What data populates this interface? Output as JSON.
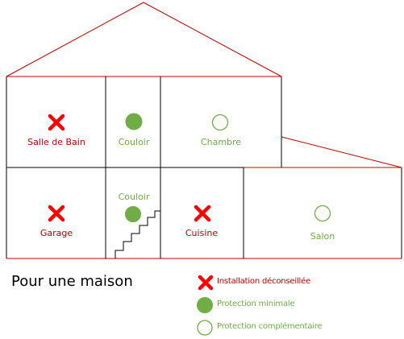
{
  "title": "Pour une maison",
  "colors": {
    "red": "#ff0000",
    "green": "#70ad47",
    "outline_red": "#c00000",
    "line_black": "#000000",
    "text_red": "#c00000",
    "text_green": "#70ad47"
  },
  "rooms": {
    "salle_de_bain": {
      "label": "Salle de Bain",
      "status": "installation-deconseillee",
      "icon": "red-cross-icon"
    },
    "couloir_haut": {
      "label": "Couloir",
      "status": "protection-minimale",
      "icon": "filled-green-circle-icon"
    },
    "chambre": {
      "label": "Chambre",
      "status": "protection-complementaire",
      "icon": "outline-green-circle-icon"
    },
    "garage": {
      "label": "Garage",
      "status": "installation-deconseillee",
      "icon": "red-cross-icon"
    },
    "couloir_bas": {
      "label": "Couloir",
      "status": "protection-minimale",
      "icon": "filled-green-circle-icon"
    },
    "cuisine": {
      "label": "Cuisine",
      "status": "installation-deconseillee",
      "icon": "red-cross-icon"
    },
    "salon": {
      "label": "Salon",
      "status": "protection-complementaire",
      "icon": "outline-green-circle-icon"
    }
  },
  "legend": {
    "deconseillee": "Installation déconseillée",
    "minimale": "Protection minimale",
    "complementaire": "Protection complémentaire"
  }
}
